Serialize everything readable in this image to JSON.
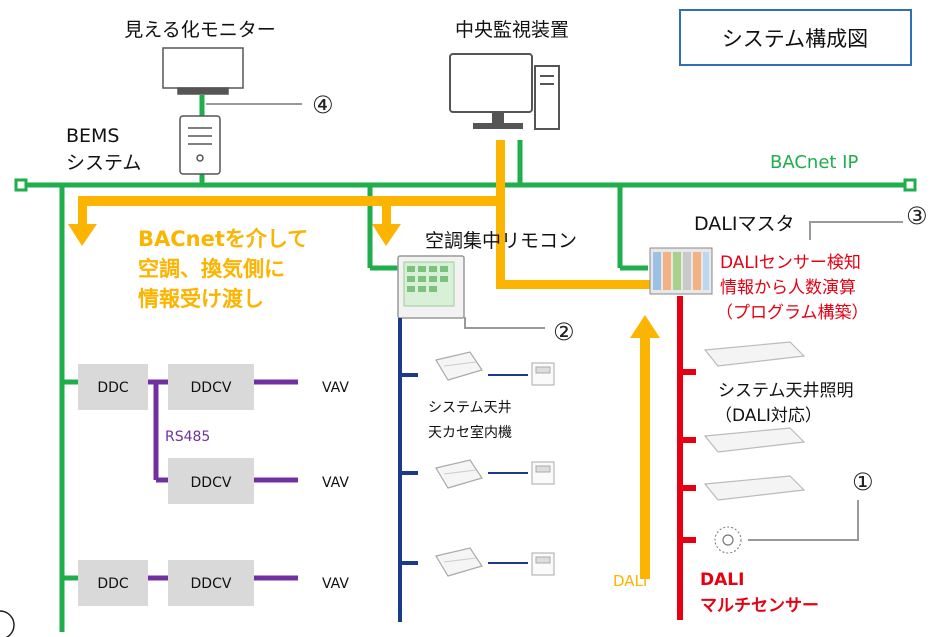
{
  "title": "システム構成図",
  "network": {
    "bacnet_ip": "BACnet IP"
  },
  "devices": {
    "monitor": "見える化モニター",
    "central": "中央監視装置",
    "bems_line1": "BEMS",
    "bems_line2": "システム",
    "remote": "空調集中リモコン",
    "dali_master": "DALIマスタ",
    "indoor_line1": "システム天井",
    "indoor_line2": "天カセ室内機",
    "lighting_line1": "システム天井照明",
    "lighting_line2": "（DALI対応）",
    "sensor_line1": "DALI",
    "sensor_line2": "マルチセンサー"
  },
  "notes": {
    "bacnet_line1": "BACnetを介して",
    "bacnet_line2": "空調、換気側に",
    "bacnet_line3": "情報受け渡し",
    "dali_line1": "DALIセンサー検知",
    "dali_line2": "情報から人数演算",
    "dali_line3": "（プログラム構築）"
  },
  "boxes": {
    "ddc": "DDC",
    "ddcv": "DDCV",
    "vav": "VAV",
    "rs485": "RS485",
    "dali_bus": "DALI"
  },
  "markers": {
    "m1": "①",
    "m2": "②",
    "m3": "③",
    "m4": "④"
  },
  "colors": {
    "bacnet_green": "#1fae4b",
    "data_orange": "#fbb400",
    "dali_red": "#e60012",
    "ac_navy": "#1a3a8a",
    "rs485_purple": "#7030a0",
    "box_gray": "#d9d9d9",
    "title_border": "#2f6fb5"
  }
}
